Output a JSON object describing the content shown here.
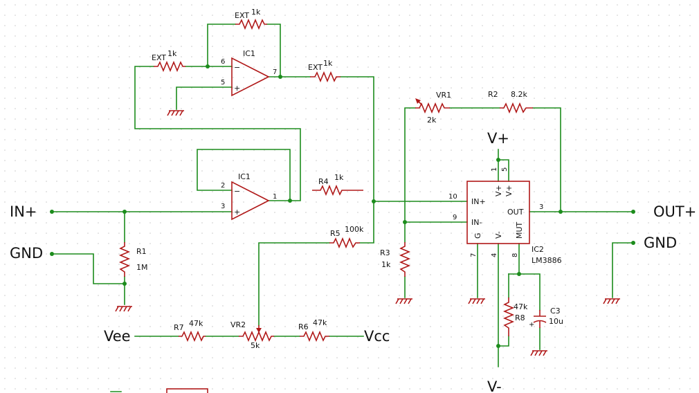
{
  "ports": {
    "in_plus": "IN+",
    "gnd_left": "GND",
    "out_plus": "OUT+",
    "gnd_right": "GND",
    "vee": "Vee",
    "vcc": "Vcc",
    "v_plus": "V+",
    "v_minus": "V-"
  },
  "components": {
    "r_ext_top": {
      "ref": "EXT",
      "value": "1k"
    },
    "r_ext_in": {
      "ref": "EXT",
      "value": "1k"
    },
    "r_ext_out": {
      "ref": "EXT",
      "value": "1k"
    },
    "ic1a": {
      "ref": "IC1",
      "pin_inv": "6",
      "pin_noninv": "5",
      "pin_out": "7"
    },
    "ic1b": {
      "ref": "IC1",
      "pin_inv": "2",
      "pin_noninv": "3",
      "pin_out": "1"
    },
    "r1": {
      "ref": "R1",
      "value": "1M"
    },
    "r3": {
      "ref": "R3",
      "value": "1k"
    },
    "r4": {
      "ref": "R4",
      "value": "1k"
    },
    "r5": {
      "ref": "R5",
      "value": "100k"
    },
    "r6": {
      "ref": "R6",
      "value": "47k"
    },
    "r7": {
      "ref": "R7",
      "value": "47k"
    },
    "r8": {
      "ref": "R8",
      "value": "47k"
    },
    "vr1": {
      "ref": "VR1",
      "value": "2k"
    },
    "vr2": {
      "ref": "VR2",
      "value": "5k"
    },
    "r2": {
      "ref": "R2",
      "value": "8.2k"
    },
    "c3": {
      "ref": "C3",
      "value": "10u"
    },
    "ic2": {
      "ref": "IC2",
      "part": "LM3886",
      "pin_inp": "IN+",
      "pin_inm": "IN-",
      "pin_out": "OUT",
      "pin_vp1": "V+",
      "pin_vp2": "V+",
      "pin_g": "G",
      "pin_vm": "V-",
      "pin_mut": "MUT",
      "num_10": "10",
      "num_9": "9",
      "num_3": "3",
      "num_1": "1",
      "num_5": "5",
      "num_7": "7",
      "num_4": "4",
      "num_8": "8"
    }
  },
  "opamp_signs": {
    "minus": "−",
    "plus": "+"
  },
  "colors": {
    "wire": "#1c8c1c",
    "component": "#b01818",
    "grid": "#c8c8c8"
  }
}
